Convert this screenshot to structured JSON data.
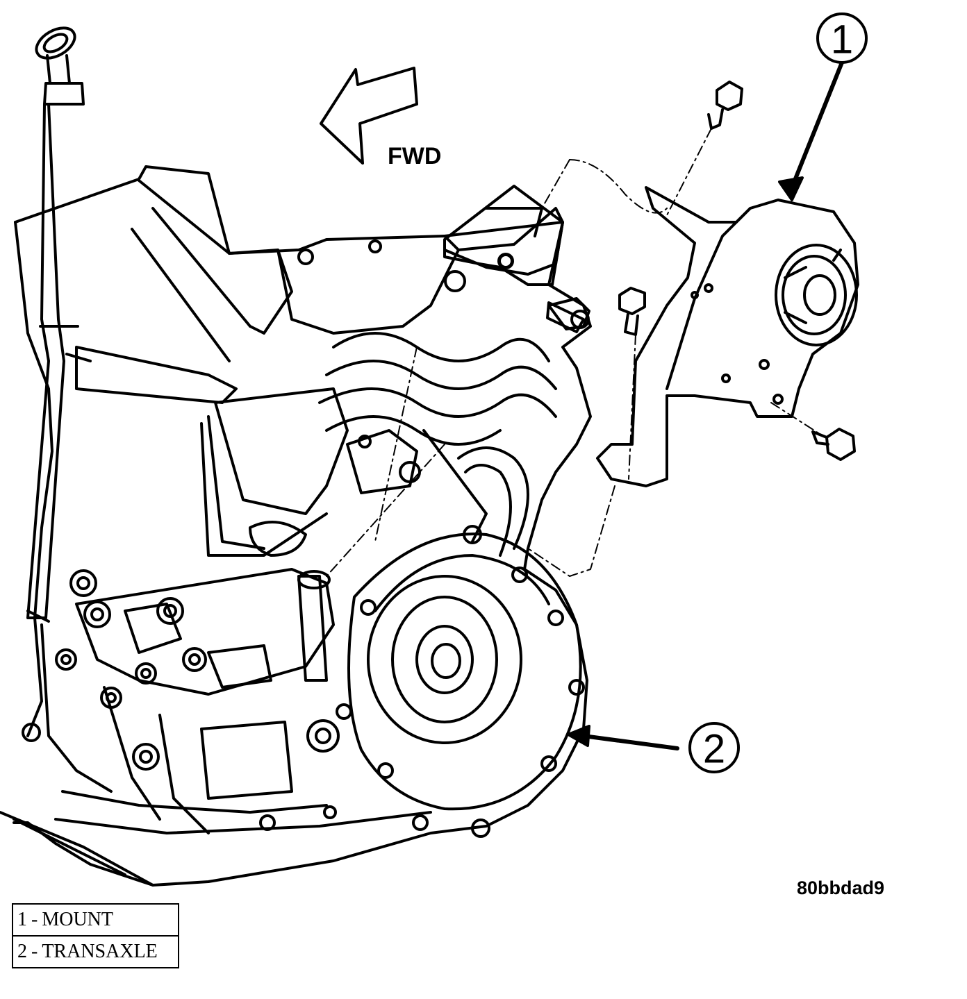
{
  "direction_label": "FWD",
  "figure_id": "80bbdad9",
  "callouts": [
    {
      "number": "1",
      "name": "MOUNT"
    },
    {
      "number": "2",
      "name": "TRANSAXLE"
    }
  ],
  "legend_separator": "-"
}
